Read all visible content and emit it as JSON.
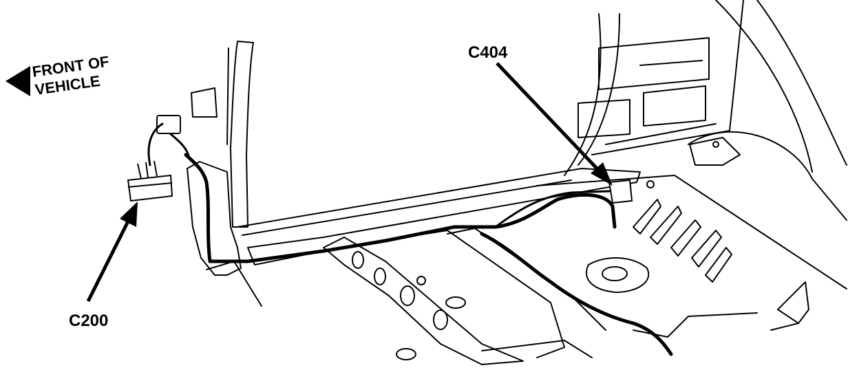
{
  "figure": {
    "direction_label": {
      "line1": "FRONT OF",
      "line2": "VEHICLE"
    },
    "callouts": [
      {
        "id": "c404",
        "label": "C404"
      },
      {
        "id": "c200",
        "label": "C200"
      }
    ]
  },
  "colors": {
    "ink": "#000000",
    "paper": "#ffffff"
  }
}
